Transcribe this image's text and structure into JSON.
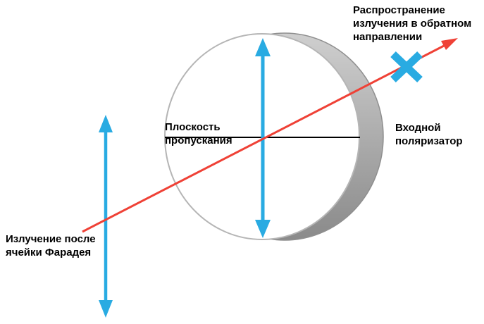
{
  "colors": {
    "cyan": "#29ABE2",
    "red": "#EF4136",
    "disk_light": "#CFCFCF",
    "disk_dark": "#8A8A8A",
    "disk_edge": "#8F8F8F",
    "disk_outline": "#B5B5B5",
    "axis_black": "#000000",
    "text": "#000000"
  },
  "labels": {
    "back_propagation": "Распространение\nизлучения в обратном\nнаправлении",
    "input_polarizer": "Входной\nполяризатор",
    "transmission_plane": "Плоскость\nпропускания",
    "after_faraday": "Излучение после\nячейки Фарадея"
  },
  "icons": {
    "blocked_cross": "x-cross-blocked-direction"
  }
}
